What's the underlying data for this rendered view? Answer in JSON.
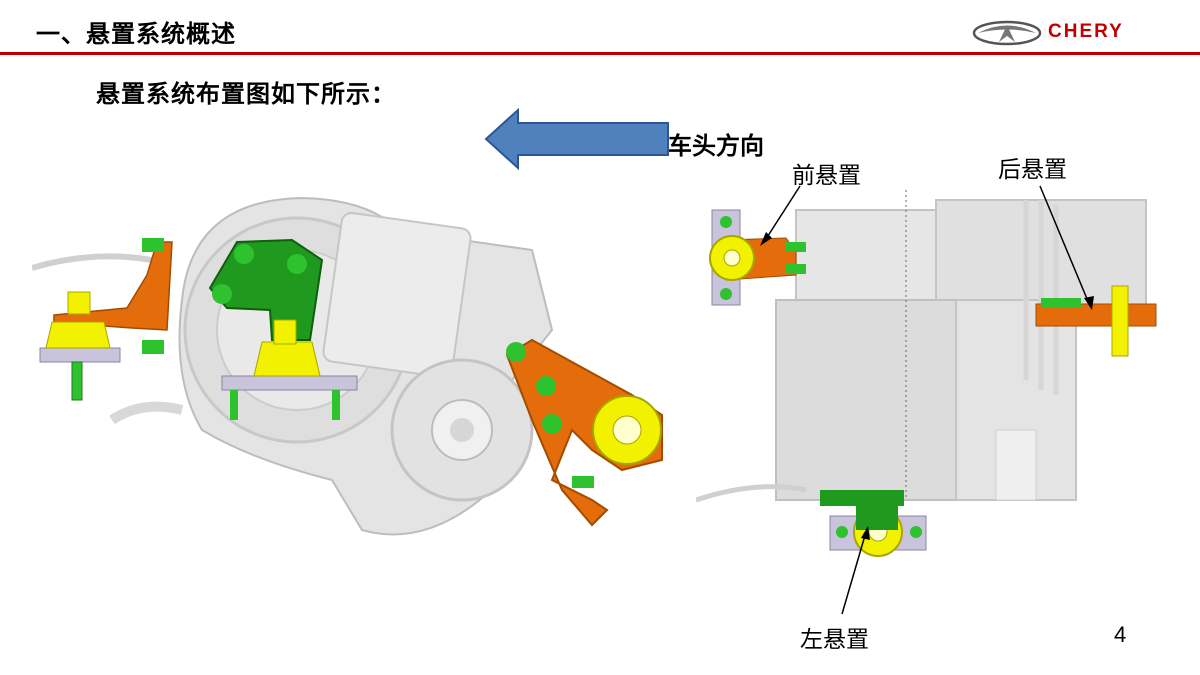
{
  "header": {
    "section_title": "一、悬置系统概述",
    "brand_name": "CHERY"
  },
  "subtitle": "悬置系统布置图如下所示：",
  "direction_label": "车头方向",
  "callouts": {
    "front_mount": "前悬置",
    "rear_mount": "后悬置",
    "left_mount": "左悬置"
  },
  "page_number": "4",
  "colors": {
    "header_rule": "#c00000",
    "brand": "#c00000",
    "arrow_fill": "#4f81bd",
    "bracket_orange": "#e46c0a",
    "mount_yellow": "#f2f200",
    "bracket_green": "#1f9a1f",
    "housing_gray": "#dcdcdc"
  }
}
